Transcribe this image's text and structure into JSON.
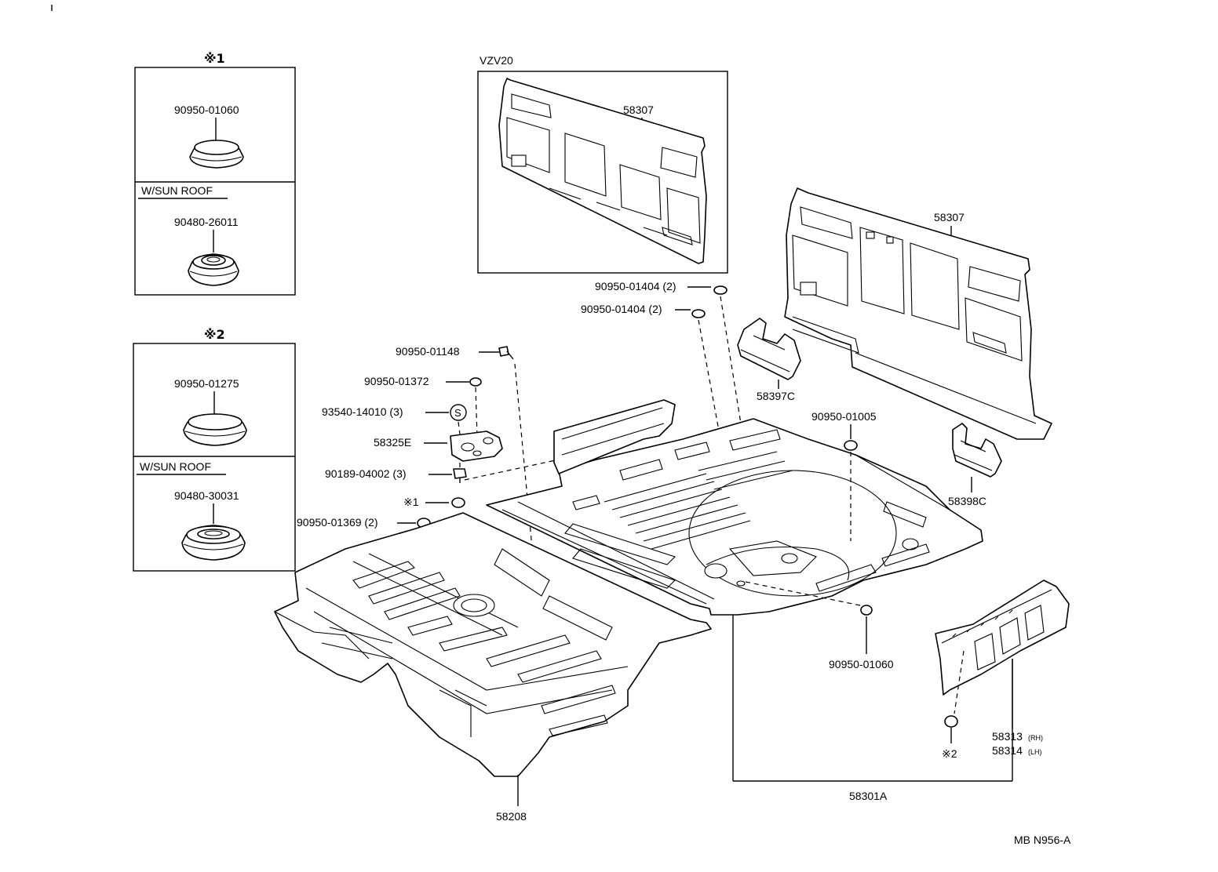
{
  "inset_1": {
    "title": "※1",
    "top_part": "90950-01060",
    "sub_header": "W/SUN ROOF",
    "bottom_part": "90480-26011"
  },
  "inset_2": {
    "title": "※2",
    "top_part": "90950-01275",
    "sub_header": "W/SUN ROOF",
    "bottom_part": "90480-30031"
  },
  "vzv20_box": {
    "title": "VZV20",
    "part": "58307"
  },
  "labels": {
    "rear_panel": "58307",
    "plug_01404_a": "90950-01404 (2)",
    "plug_01404_b": "90950-01404 (2)",
    "bracket_c_left": "58397C",
    "bracket_c_right": "58398C",
    "bolt_01148": "90950-01148",
    "plug_01372": "90950-01372",
    "nut_14010": "93540-14010 (3)",
    "s_mark": "S",
    "bracket_e": "58325E",
    "bolt_04002": "90189-04002 (3)",
    "ref_1": "※1",
    "plug_01369": "90950-01369 (2)",
    "plug_01005": "90950-01005",
    "plug_01060": "90950-01060",
    "front_floor": "58208",
    "rear_floor": "58301A",
    "extension_rh": "58313",
    "extension_rh_suffix": "(RH)",
    "extension_lh": "58314",
    "extension_lh_suffix": "(LH)",
    "ref_2": "※2",
    "drawing_id": "MB N956-A"
  }
}
